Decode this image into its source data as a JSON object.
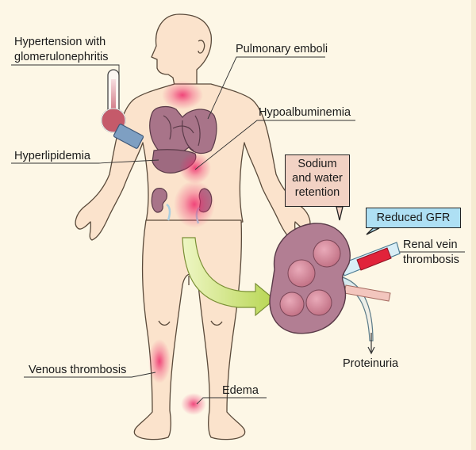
{
  "labels": {
    "hypertension_line1": "Hypertension with",
    "hypertension_line2": "glomerulonephritis",
    "pulmonary_emboli": "Pulmonary emboli",
    "hypoalbuminemia": "Hypoalbuminemia",
    "hyperlipidemia": "Hyperlipidemia",
    "sodium_line1": "Sodium",
    "sodium_line2": "and water",
    "sodium_line3": "retention",
    "reduced_gfr": "Reduced GFR",
    "renal_vein_line1": "Renal vein",
    "renal_vein_line2": "thrombosis",
    "venous_thrombosis": "Venous thrombosis",
    "edema": "Edema",
    "proteinuria": "Proteinuria"
  },
  "colors": {
    "background": "#fdf7e6",
    "skin": "#fbe3cc",
    "organ": "#a87489",
    "kidney": "#b27e93",
    "highlight": "#ee2a6b",
    "arrow": "#b8d653",
    "sodium_box": "#f2d2c4",
    "gfr_box": "#aee0f4"
  }
}
